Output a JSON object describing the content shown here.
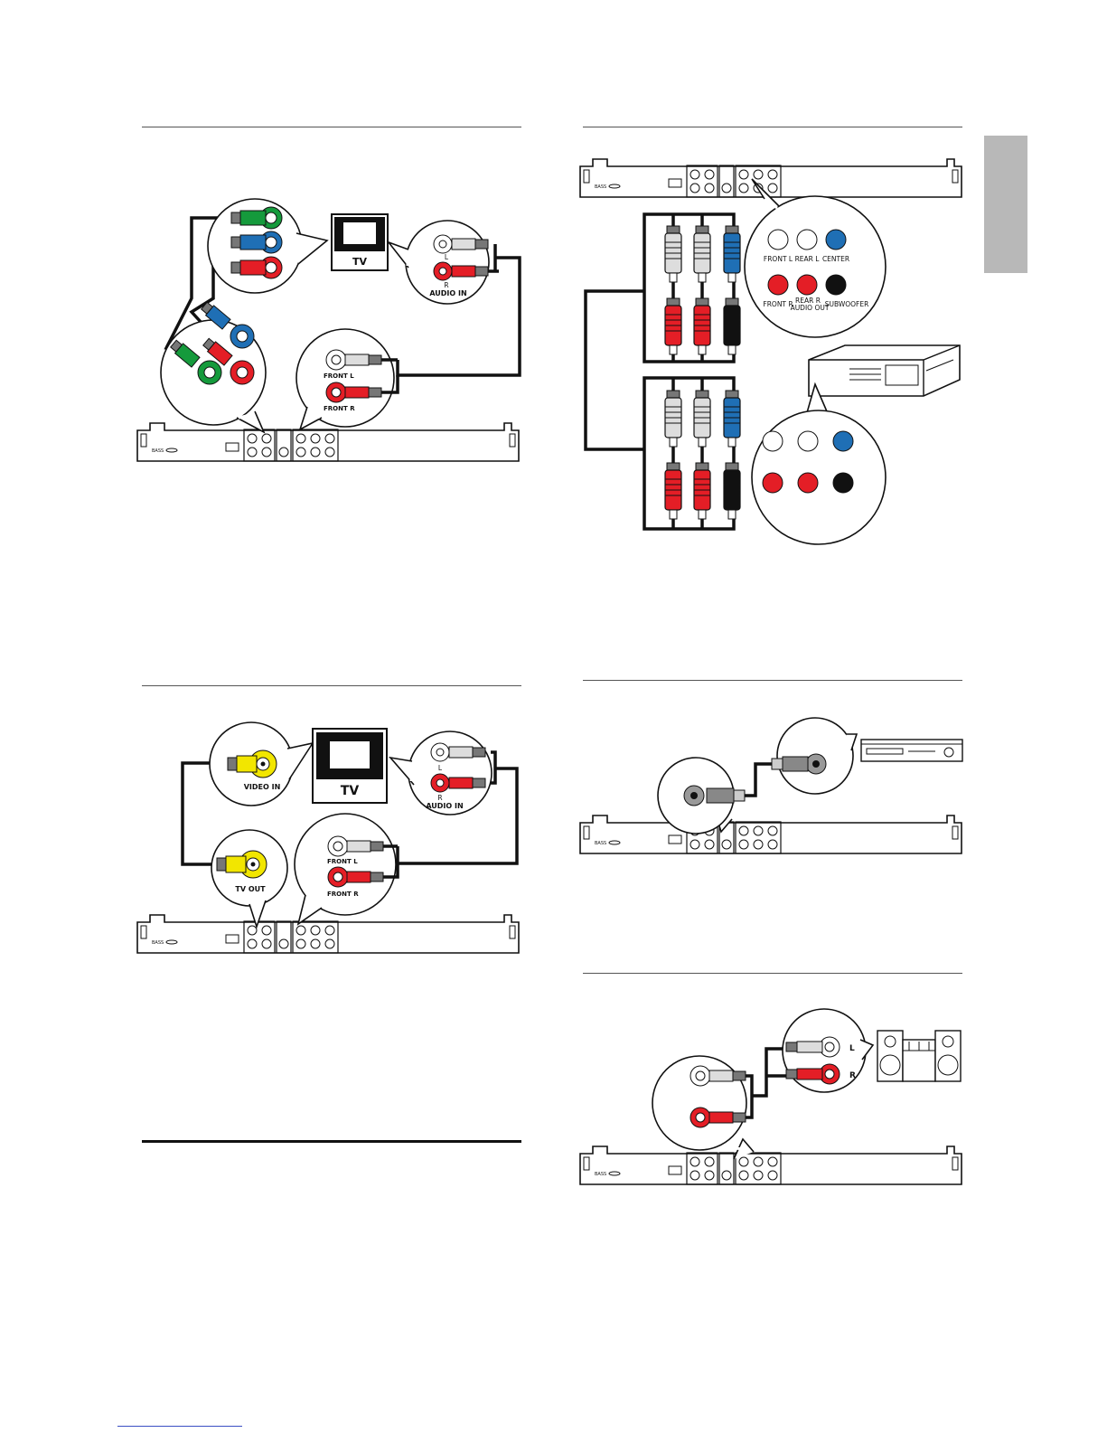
{
  "diagrams": {
    "component": {
      "tv": "TV",
      "audio_in": "AUDIO IN",
      "jack_l": "L",
      "jack_r": "R",
      "front_l": "FRONT L",
      "front_r": "FRONT R"
    },
    "multichannel": {
      "front_l": "FRONT L",
      "rear_l": "REAR L",
      "center": "CENTER",
      "front_r": "FRONT R",
      "rear_r_line1": "REAR R",
      "rear_r_line2": "AUDIO OUT",
      "subwoofer": "SUBWOOFER"
    },
    "composite": {
      "tv": "TV",
      "video_in": "VIDEO IN",
      "tv_out": "TV OUT",
      "audio_in": "AUDIO IN",
      "jack_l": "L",
      "jack_r": "R",
      "front_l": "FRONT L",
      "front_r": "FRONT R"
    },
    "stereo": {
      "jack_l": "L",
      "jack_r": "R"
    }
  },
  "colors": {
    "green": "#159a3c",
    "blue": "#1f6fb5",
    "red": "#e41e26",
    "yellow": "#f2e600",
    "grey_tab": "#b8b8b8"
  }
}
